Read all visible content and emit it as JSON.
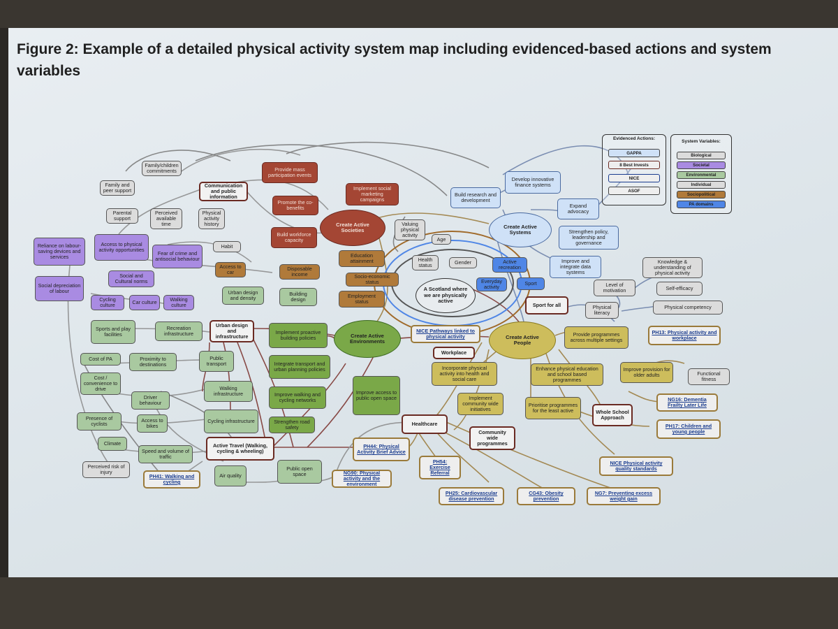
{
  "title": "Figure 2: Example of a detailed physical activity system map including evidenced-based actions and system variables",
  "colors": {
    "biological": "#dcdcdc",
    "societal": "#a98be2",
    "environmental": "#a9c9a0",
    "individual": "#dcdcdc",
    "sociopolitical": "#b07a3a",
    "pa_domains": "#4f86e6",
    "gappa": "#cfe1f7",
    "eight_best": "#a44634",
    "nice": "#cdbd5c",
    "asof": "#7aa848"
  },
  "legend_actions": {
    "title": "Evidenced Actions:",
    "items": [
      "GAPPA",
      "8 Best Invests",
      "NICE",
      "ASOF"
    ]
  },
  "legend_variables": {
    "title": "System Variables:",
    "items": [
      "Biological",
      "Societal",
      "Environmental",
      "Individual",
      "Sociopolitical",
      "PA domains"
    ]
  },
  "hubs": {
    "societies": "Create Active Societies",
    "systems": "Create Active Systems",
    "environments": "Create Active Environments",
    "people": "Create Active People"
  },
  "centre": "A Scotland where we are physically active",
  "nodes": {
    "family_children": "Family/children commitments",
    "family_peer": "Family and peer support",
    "parental": "Parental support",
    "perceived_time": "Perceived available time",
    "pa_history": "Physical activity history",
    "comms": "Communication and public information",
    "mass_participation": "Provide mass participation events",
    "social_marketing": "Implement social marketing campaigns",
    "promote_co_benefits": "Promote the co-benefits",
    "build_workforce": "Build workforce capacity",
    "reliance": "Reliance on labour-saving devices and services",
    "access_opportunities": "Access to physical activity opportunities",
    "fear_crime": "Fear of crime and antisocial behaviour",
    "habit": "Habit",
    "social_norms": "Social and Cultural norms",
    "social_depreciation": "Social depreciation of labour",
    "access_car": "Access to car",
    "disposable_income": "Disposable income",
    "education": "Education attainment",
    "socioeconomic": "Socio-economic status",
    "employment": "Employment status",
    "valuing_pa": "Valuing physical activity",
    "age": "Age",
    "health": "Health status",
    "gender": "Gender",
    "active_recreation": "Active recreation",
    "everyday": "Everyday activity",
    "sport": "Sport",
    "cycling_culture": "Cycling culture",
    "car_culture": "Car culture",
    "walking_culture": "Walking culture",
    "urban_density": "Urban design and density",
    "building_design": "Building design",
    "sports_facilities": "Sports and play facilities",
    "recreation_infra": "Recreation infrastructure",
    "urban_infra": "Urban design and infrastructure",
    "proactive_building": "Implement proactive building policies",
    "cost_pa": "Cost of PA",
    "proximity": "Proximity to destinations",
    "public_transport": "Public transport",
    "integrate_transport": "Integrate transport and urban planning policies",
    "cost_drive": "Cost / convenience to drive",
    "driver_behaviour": "Driver behaviour",
    "walking_infra": "Walking infrastructure",
    "improve_walking": "Improve walking and cycling networks",
    "improve_open_space": "Improve access to public open space",
    "presence_cyclists": "Presence of cyclists",
    "access_bikes": "Access to bikes",
    "cycling_infra": "Cycling infrastructure",
    "road_safety": "Strengthen road safety",
    "climate": "Climate",
    "speed_traffic": "Speed and volume of traffic",
    "active_travel": "Active Travel (Walking, cycling & wheeling)",
    "perceived_injury": "Perceived risk of injury",
    "ph41": "PH41: Walking and cycling",
    "air_quality": "Air quality",
    "public_open_space": "Public open space",
    "ng90": "NG90: Physical activity and the environment",
    "build_research": "Build research and development",
    "develop_finance": "Develop innovative finance systems",
    "expand_advocacy": "Expand advocacy",
    "strengthen_policy": "Strengthen policy, leadership and governance",
    "improve_data": "Improve and integrate data systems",
    "knowledge": "Knowledge & understanding of physical activity",
    "motivation": "Level of motivation",
    "self_efficacy": "Self-efficacy",
    "physical_literacy": "Physical literacy",
    "physical_competency": "Physical competency",
    "sport_for_all": "Sport for all",
    "nice_pathways": "NICE Pathways linked to physical activity",
    "workplace": "Workplace",
    "provide_programmes": "Provide programmes across multiple settings",
    "ph13": "PH13: Physical activity and workplace",
    "incorporate_pa": "Incorporate physical activity into health and social care",
    "enhance_pe": "Enhance physical education and school based programmes",
    "improve_older": "Improve provision for older adults",
    "functional_fitness": "Functional fitness",
    "implement_community": "Implement community wide initiatives",
    "prioritise": "Prioritise programmes for the least active",
    "whole_school": "Whole School Approach",
    "ng16": "NG16: Dementia Frailty Later Life",
    "healthcare": "Healthcare",
    "community_programmes": "Community wide programmes",
    "ph17": "PH17: Children and young people",
    "ph44": "PH44: Physical Activity Brief Advice",
    "ph54": "PH54: Exercise Referral",
    "nice_quality": "NICE Physical activity quality standards",
    "ph25": "PH25: Cardiovascular disease prevention",
    "cg43": "CG43: Obesity prevention",
    "ng7": "NG7: Preventing excess weight gain"
  }
}
